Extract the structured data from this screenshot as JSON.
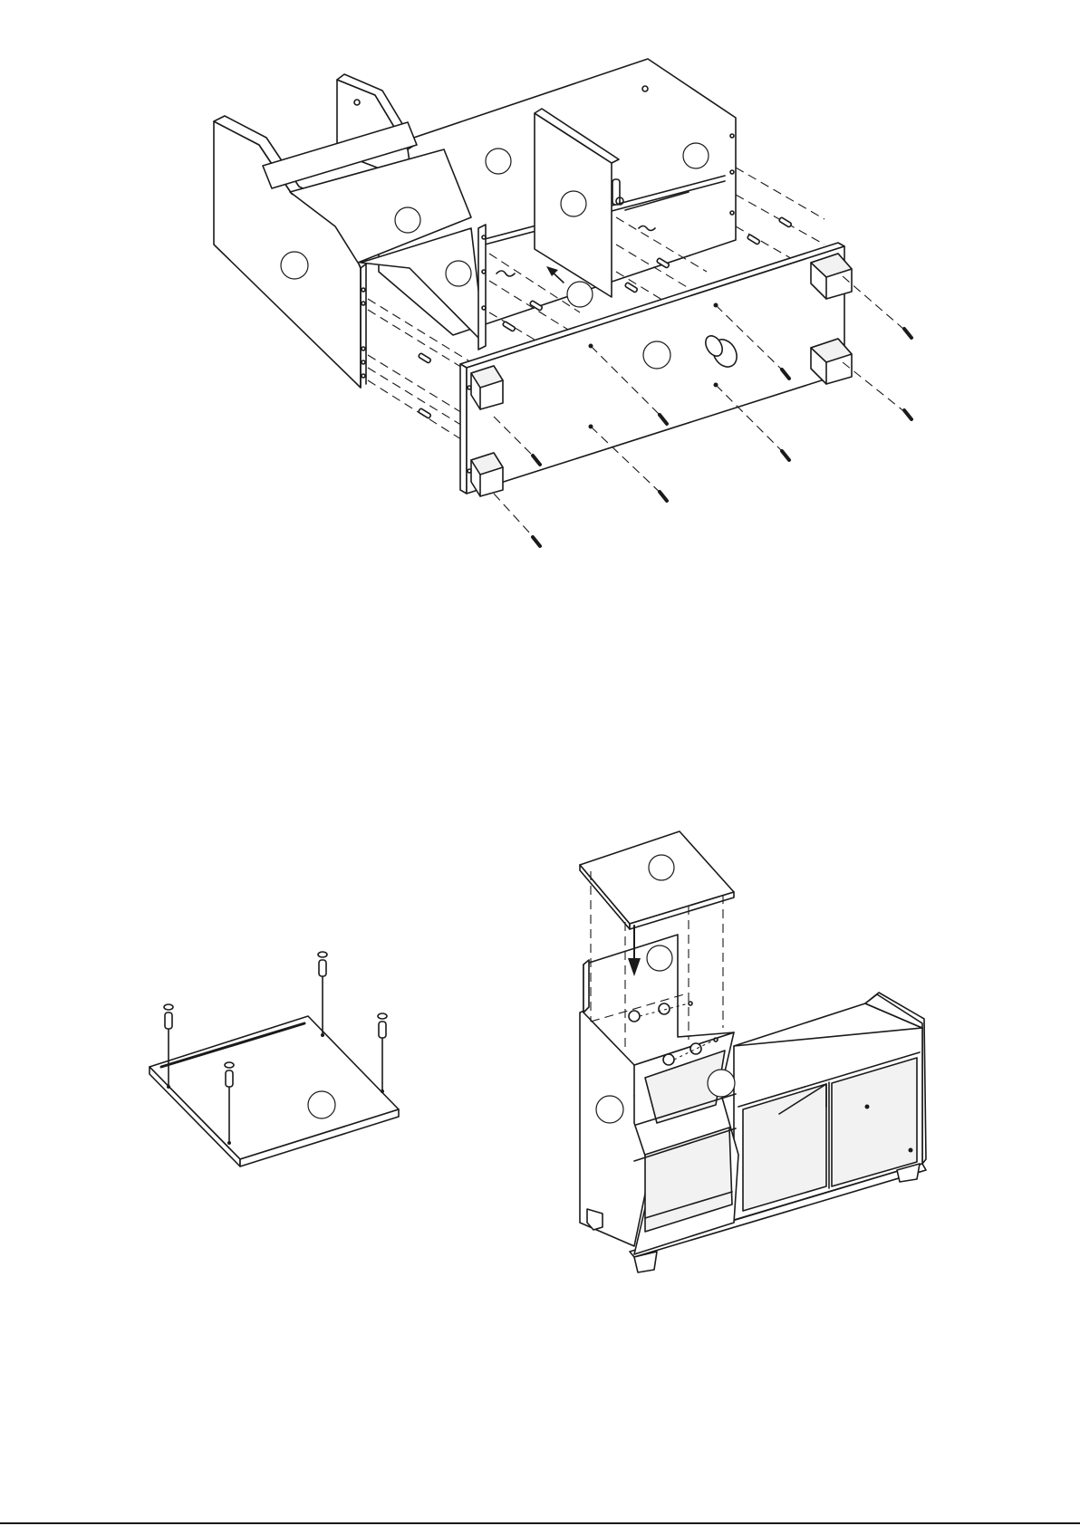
{
  "figures": [
    {
      "id": "step-cabinet-assembly",
      "parts": [
        "left-side-panel",
        "back-panel",
        "divider-panels",
        "bottom-panel",
        "front-panel",
        "feet",
        "screws",
        "dowels"
      ]
    },
    {
      "id": "step-shelf-dowels",
      "parts": [
        "shelf-panel",
        "cam-bolts"
      ]
    },
    {
      "id": "step-top-assembly",
      "parts": [
        "top-panel",
        "upper-back-panel",
        "cam-locks",
        "assembled-unit"
      ]
    }
  ],
  "colors": {
    "line": "#1a1a1a",
    "panel": "#ffffff",
    "shade": "#f2f2f2"
  }
}
